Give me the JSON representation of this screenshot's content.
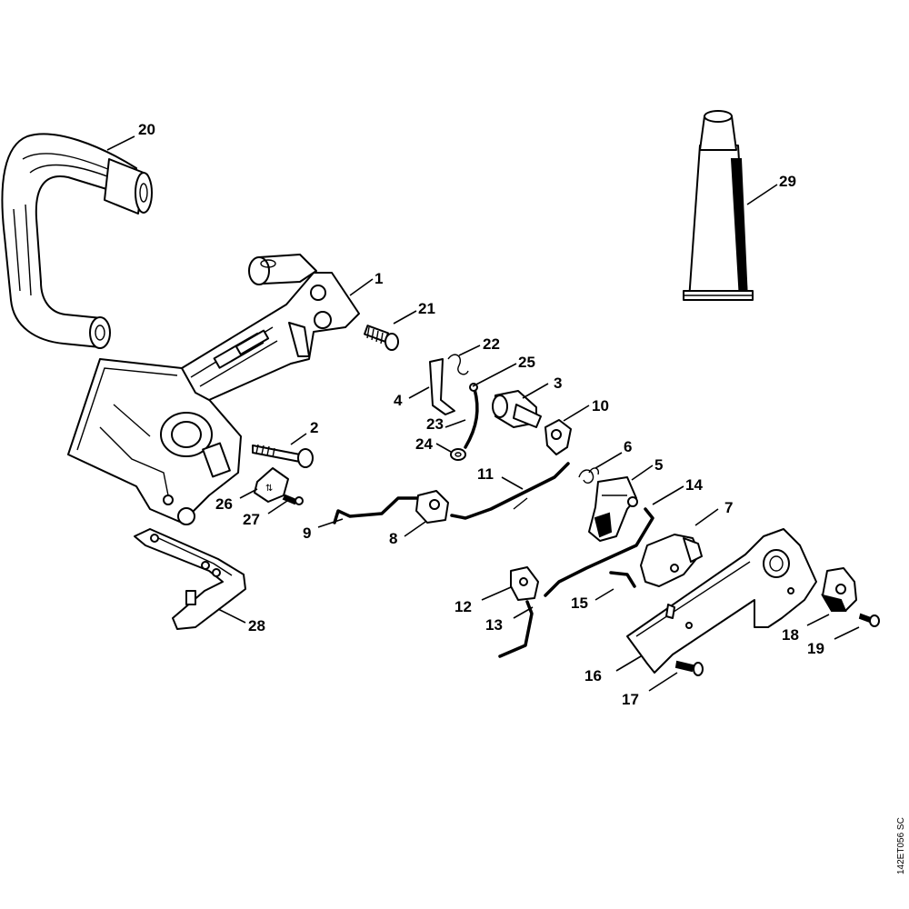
{
  "diagram": {
    "drawing_code": "142ET056 SC",
    "callouts": [
      "1",
      "2",
      "3",
      "4",
      "5",
      "6",
      "7",
      "8",
      "9",
      "10",
      "11",
      "12",
      "13",
      "14",
      "15",
      "16",
      "17",
      "18",
      "19",
      "20",
      "21",
      "22",
      "23",
      "24",
      "25",
      "26",
      "27",
      "28",
      "29"
    ]
  }
}
